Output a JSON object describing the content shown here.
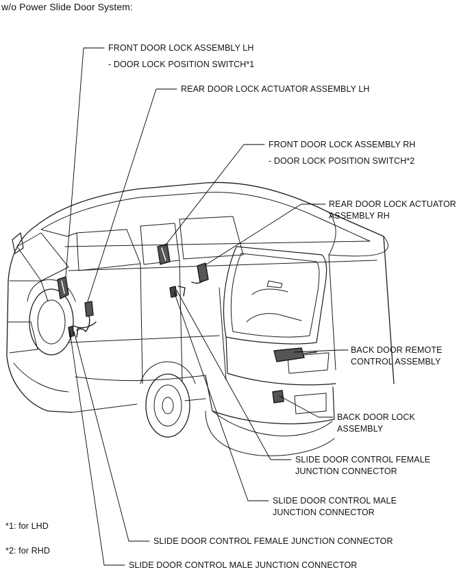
{
  "diagram": {
    "title": "w/o Power Slide Door System:",
    "callouts": [
      {
        "id": "front-door-lock-lh",
        "lines": [
          "FRONT DOOR LOCK ASSEMBLY LH",
          "- DOOR LOCK POSITION SWITCH*1"
        ]
      },
      {
        "id": "rear-door-lock-actuator-lh",
        "lines": [
          "REAR DOOR LOCK ACTUATOR ASSEMBLY LH"
        ]
      },
      {
        "id": "front-door-lock-rh",
        "lines": [
          "FRONT DOOR LOCK ASSEMBLY RH",
          "- DOOR LOCK POSITION SWITCH*2"
        ]
      },
      {
        "id": "rear-door-lock-actuator-rh",
        "lines": [
          "REAR DOOR LOCK ACTUATOR",
          "ASSEMBLY RH"
        ]
      },
      {
        "id": "back-door-remote-control",
        "lines": [
          "BACK DOOR REMOTE",
          "CONTROL ASSEMBLY"
        ]
      },
      {
        "id": "back-door-lock",
        "lines": [
          "BACK DOOR LOCK",
          "ASSEMBLY"
        ]
      },
      {
        "id": "slide-door-female-connector-rh",
        "lines": [
          "SLIDE DOOR CONTROL FEMALE",
          "JUNCTION CONNECTOR"
        ]
      },
      {
        "id": "slide-door-male-connector-rh",
        "lines": [
          "SLIDE DOOR CONTROL MALE",
          "JUNCTION CONNECTOR"
        ]
      },
      {
        "id": "slide-door-female-connector-lh",
        "lines": [
          "SLIDE DOOR CONTROL FEMALE JUNCTION CONNECTOR"
        ]
      },
      {
        "id": "slide-door-male-connector-lh",
        "lines": [
          "SLIDE DOOR CONTROL MALE JUNCTION CONNECTOR"
        ]
      }
    ],
    "notes": [
      "*1: for LHD",
      "*2: for RHD"
    ]
  }
}
